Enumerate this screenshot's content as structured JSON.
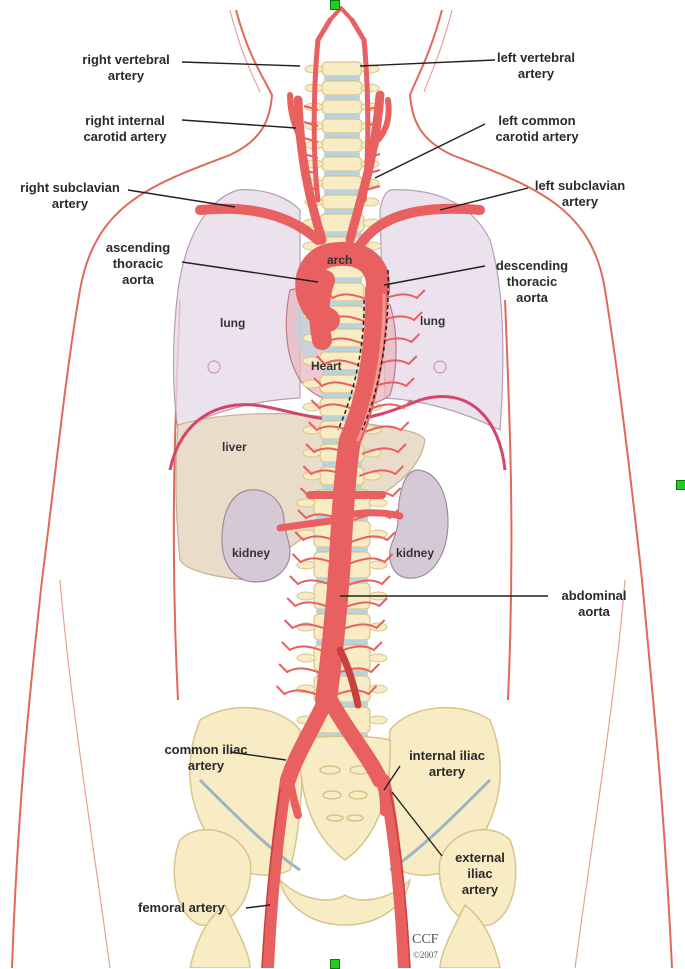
{
  "labels": {
    "right_vertebral": [
      "right vertebral",
      "artery"
    ],
    "left_vertebral": [
      "left vertebral",
      "artery"
    ],
    "right_internal_carotid": [
      "right internal",
      "carotid artery"
    ],
    "left_common_carotid": [
      "left common",
      "carotid artery"
    ],
    "right_subclavian": [
      "right subclavian",
      "artery"
    ],
    "left_subclavian": [
      "left subclavian",
      "artery"
    ],
    "ascending_aorta": [
      "ascending",
      "thoracic",
      "aorta"
    ],
    "descending_aorta": [
      "descending",
      "thoracic",
      "aorta"
    ],
    "abdominal_aorta": [
      "abdominal",
      "aorta"
    ],
    "common_iliac": [
      "common iliac",
      "artery"
    ],
    "internal_iliac": [
      "internal iliac",
      "artery"
    ],
    "external_iliac": [
      "external",
      "iliac",
      "artery"
    ],
    "femoral": "femoral artery"
  },
  "organs": {
    "arch": "arch",
    "lung_left": "lung",
    "lung_right": "lung",
    "heart": "Heart",
    "liver": "liver",
    "kidney_left": "kidney",
    "kidney_right": "kidney"
  },
  "credit": {
    "logo": "CCF",
    "year": "©2007"
  },
  "colors": {
    "artery": "#e8605f",
    "artery_dark": "#c9403f",
    "body_outline": "#e06a5a",
    "bone": "#f7ecc4",
    "bone_edge": "#d9c48a",
    "disc": "#b9d3de",
    "lung": "#e6dbe8",
    "liver": "#e9dcc9",
    "kidney": "#d6c9d6",
    "diaphragm": "#d4456e",
    "leader": "#222222"
  }
}
